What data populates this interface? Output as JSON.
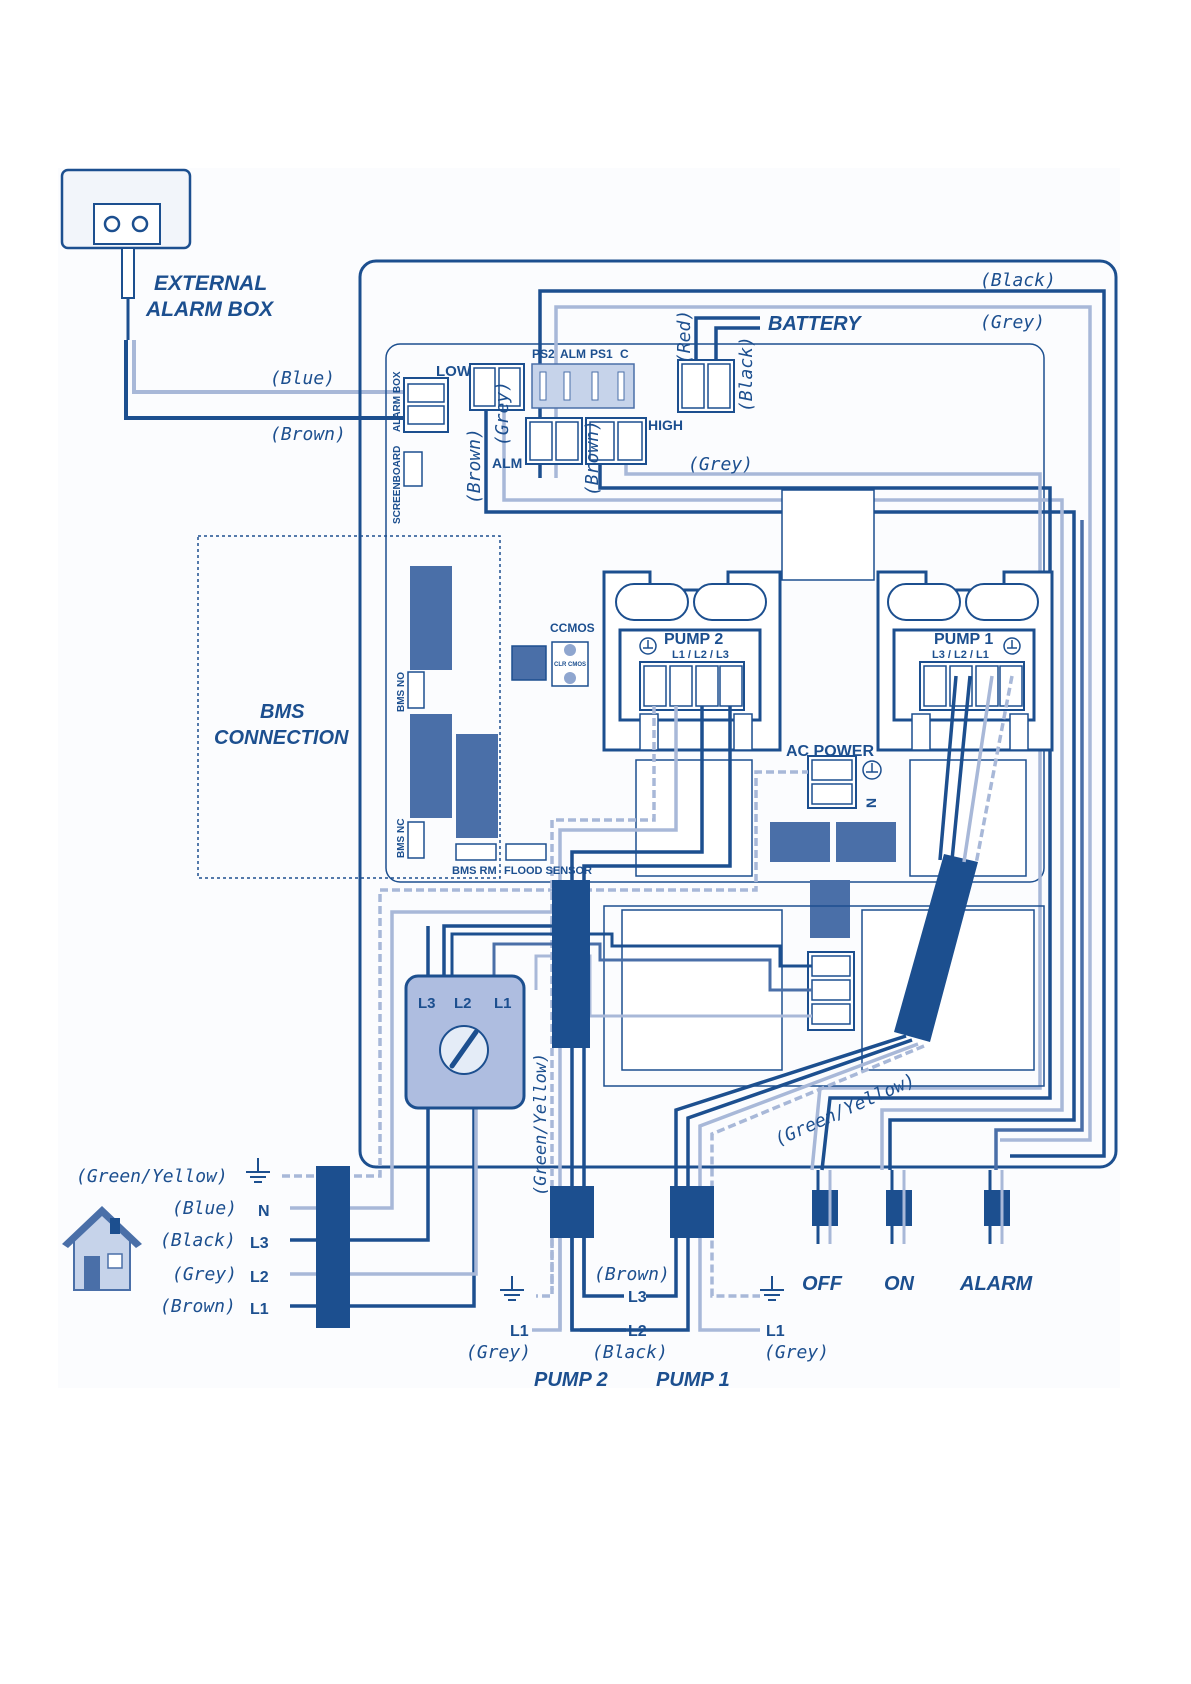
{
  "external_alarm_box": {
    "line1": "EXTERNAL",
    "line2": "ALARM BOX"
  },
  "battery": {
    "label": "BATTERY",
    "red": "(Red)",
    "black": "(Black)"
  },
  "top_wires": {
    "black": "(Black)",
    "grey": "(Grey)"
  },
  "alarm_box_wires": {
    "blue": "(Blue)",
    "brown": "(Brown)"
  },
  "board": {
    "low": "LOW",
    "high": "HIGH",
    "alm": "ALM",
    "ps2": "PS2",
    "alm_top": "ALM",
    "ps1": "PS1",
    "c": "C",
    "alarm_box": "ALARM BOX",
    "screenboard": "SCREENBOARD",
    "bms_no": "BMS NO",
    "bms_nc": "BMS NC",
    "bms_rm": "BMS RM",
    "flood_sensor": "FLOOD SENSOR",
    "ccmos": "CCMOS",
    "clr_cmos": "CLR CMOS",
    "wire_brown": "(Brown)",
    "wire_grey_v": "(Grey)",
    "wire_brown_v": "(Brown)",
    "wire_grey_h": "(Grey)"
  },
  "bms": {
    "line1": "BMS",
    "line2": "CONNECTION"
  },
  "pump2_board": {
    "title": "PUMP 2",
    "phases": "L1 / L2 / L3"
  },
  "pump1_board": {
    "title": "PUMP 1",
    "phases": "L3 / L2 / L1"
  },
  "ac_power": {
    "label": "AC POWER",
    "n": "N"
  },
  "switch": {
    "l3": "L3",
    "l2": "L2",
    "l1": "L1"
  },
  "mains": {
    "gy": "(Green/Yellow)",
    "blue": "(Blue)",
    "black": "(Black)",
    "grey": "(Grey)",
    "brown": "(Brown)",
    "n": "N",
    "l3": "L3",
    "l2": "L2",
    "l1": "L1"
  },
  "green_yellow_v": "(Green/Yellow)",
  "green_yellow_diag": "(Green/Yellow)",
  "pumps_out": {
    "brown": "(Brown)",
    "l3": "L3",
    "l1_left": "L1",
    "l2": "L2",
    "l1_right": "L1",
    "grey_left": "(Grey)",
    "black": "(Black)",
    "grey_right": "(Grey)",
    "pump2": "PUMP 2",
    "pump1": "PUMP 1"
  },
  "outputs": {
    "off": "OFF",
    "on": "ON",
    "alarm": "ALARM"
  },
  "colors": {
    "dark": "#1c4f8f",
    "mid": "#4a6fa8",
    "light": "#a8b8d8",
    "fill": "#e4ecf7"
  }
}
